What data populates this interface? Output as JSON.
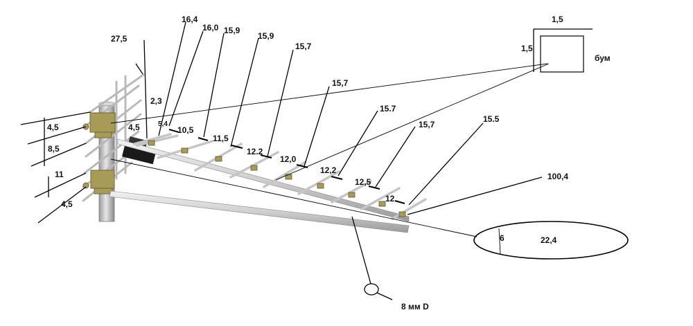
{
  "diagram": {
    "element_lengths": {
      "reflector_top": "27,5",
      "e1": "16,4",
      "e2": "16,0",
      "e3": "15,9",
      "e4": "15,9",
      "e5": "15,7",
      "e6": "15,7",
      "e7": "15.7",
      "e8": "15,7",
      "e9": "15.5"
    },
    "spacings": {
      "s_a": "2,3",
      "s_b": "4,5",
      "s_c": "5,4",
      "s_1": "10,5",
      "s_2": "11,5",
      "s_3": "12.2",
      "s_4": "12,0",
      "s_5": "12,2",
      "s_6": "12,5",
      "s_7": "12"
    },
    "reflector_spacings": [
      "4,5",
      "8,5",
      "11",
      "4,5"
    ],
    "boom": {
      "total_length": "100,4",
      "section_w": "1,5",
      "section_h": "1,5",
      "label": "бум"
    },
    "ellipse": {
      "width": "22,4",
      "height": "6"
    },
    "rod": {
      "label": "8 мм D"
    }
  }
}
